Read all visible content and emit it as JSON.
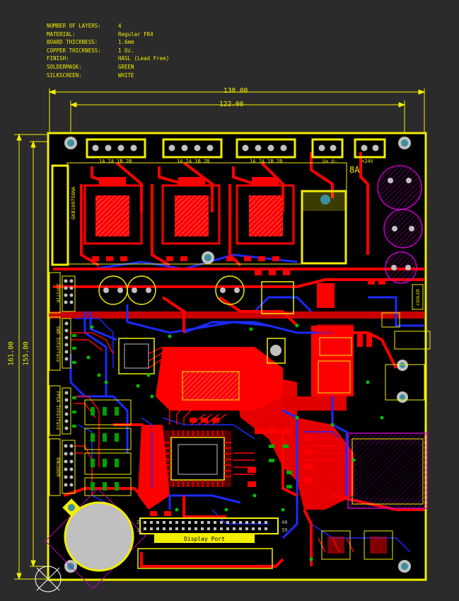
{
  "specs": [
    {
      "label": "NUMBER OF LAYERS:",
      "value": "4"
    },
    {
      "label": "MATERIAL:",
      "value": "Regular FR4"
    },
    {
      "label": "BOARD THICKNESS:",
      "value": "1.6mm"
    },
    {
      "label": "COPPER THICKNESS:",
      "value": "1 Oz."
    },
    {
      "label": "FINISH:",
      "value": "HASL (Lead Free)"
    },
    {
      "label": "SOLDERMASK:",
      "value": "GREEN"
    },
    {
      "label": "SILKSCREEN:",
      "value": "WHITE"
    }
  ],
  "dimensions": {
    "outer_width": "138.00",
    "inner_width": "122.00",
    "outer_height": "161.00",
    "inner_height": "155.00"
  },
  "silkscreen": {
    "driver_header": "1A 2A 1B 2B",
    "power_header": "U+ U-",
    "supply_header": "+24V",
    "current_label": "8A",
    "driver_part": "GKB1097S6NA",
    "joystick": "JOYSTIK",
    "swd": "SWD Interface",
    "fpga": "FPGA Interface",
    "encoder": "ENCODER",
    "cooler": "COOLER",
    "display_port": "Display Port",
    "pin_2": "2",
    "pin_1": "1",
    "pin_40": "40",
    "pin_39": "39"
  },
  "colors": {
    "background": "#2b2b2b",
    "silkscreen": "#f2ee00",
    "board": "#000000",
    "top_copper": "#ff0000",
    "bottom_copper": "#1a2bff",
    "keepout": "#c000c0",
    "pad": "#c0c0c0"
  }
}
